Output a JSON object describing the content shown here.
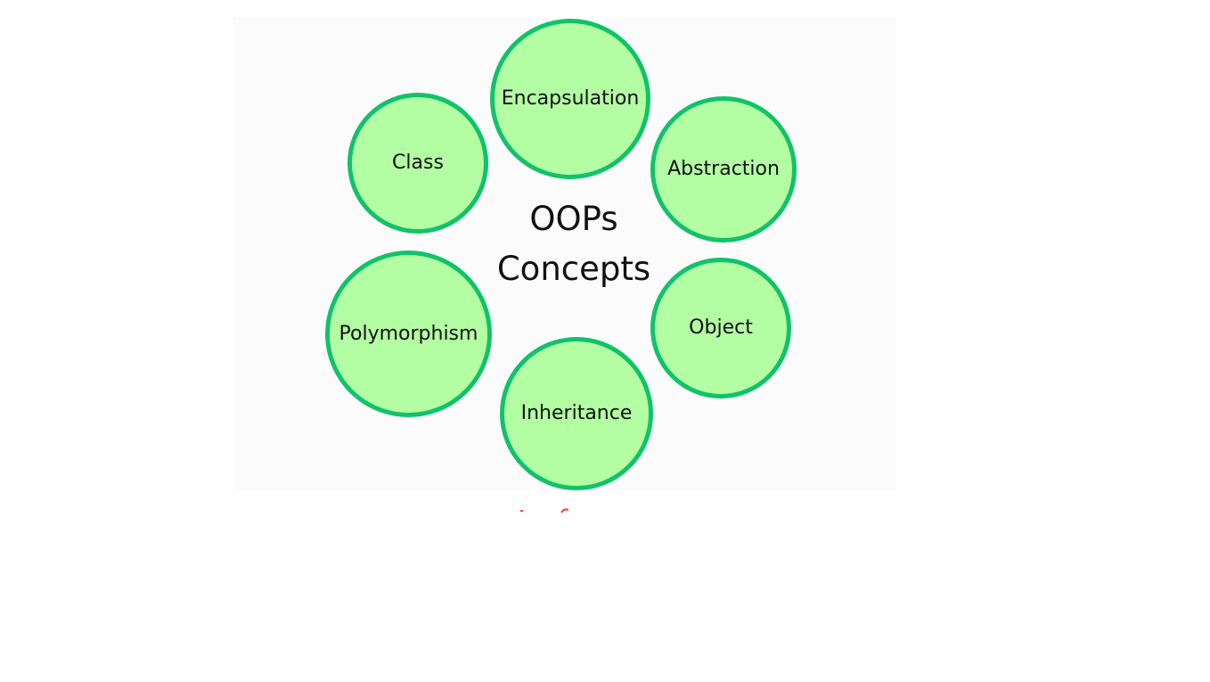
{
  "diagram": {
    "center_title_line1": "OOPs",
    "center_title_line2": "Concepts",
    "concepts": [
      "Encapsulation",
      "Class",
      "Abstraction",
      "Polymorphism",
      "Object",
      "Inheritance"
    ],
    "colors": {
      "circle_fill": "#b3fda3",
      "circle_border": "#10c36a",
      "panel_background": "#fbfbfb",
      "text": "#111111"
    }
  }
}
